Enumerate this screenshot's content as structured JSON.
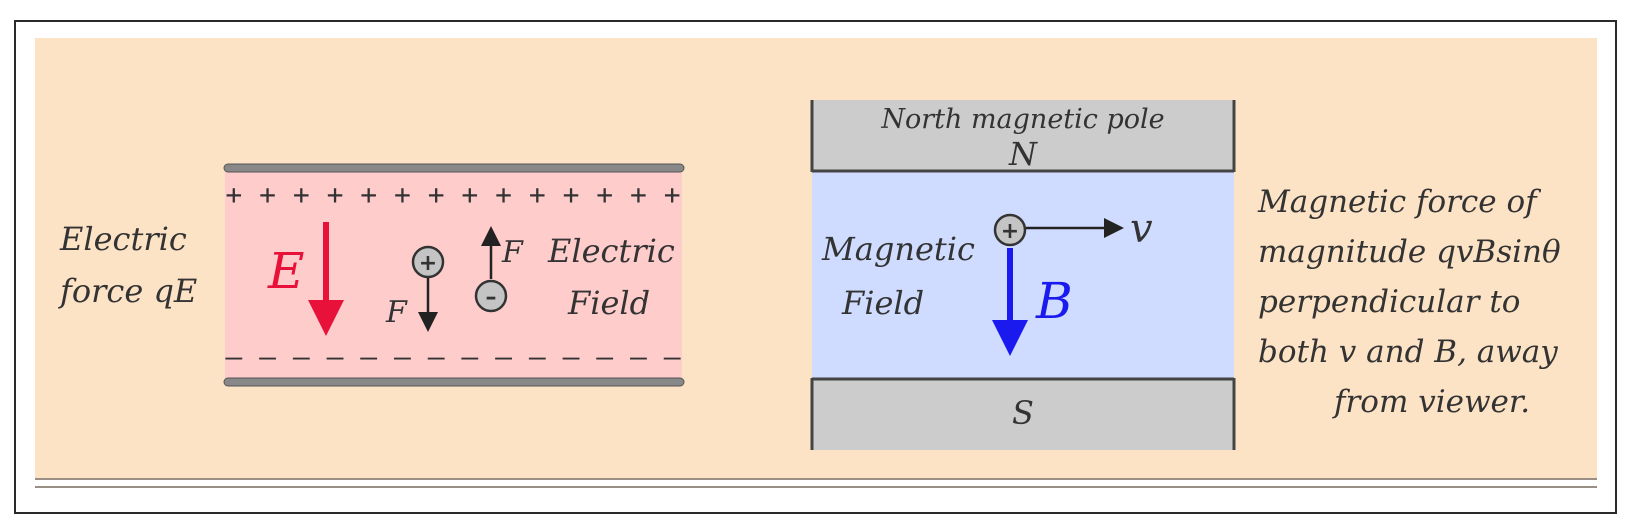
{
  "electric": {
    "label_force_line1": "Electric",
    "label_force_line2": "force qE",
    "label_field_line1": "Electric",
    "label_field_line2": "Field",
    "e_symbol": "E",
    "f_symbol_positive": "F",
    "f_symbol_negative": "F",
    "plus_row": "+ + + + + + + + + + + + + +",
    "minus_row": "– – – – – – – – – – – – – –",
    "positive_charge": "+",
    "negative_charge": "–",
    "colors": {
      "region": "#ffcccc",
      "plate": "#888888",
      "e_arrow": "#e8113a"
    }
  },
  "magnetic": {
    "north_pole_label": "North magnetic pole",
    "north_letter": "N",
    "south_letter": "S",
    "field_line1": "Magnetic",
    "field_line2": "Field",
    "v_symbol": "v",
    "b_symbol": "B",
    "charge": "+",
    "colors": {
      "region": "#cfdcff",
      "pole": "#cccccc",
      "b_arrow": "#1a1aee"
    }
  },
  "description": {
    "lines": [
      "Magnetic force of",
      "magnitude qvBsinθ",
      "perpendicular to",
      "both v and B, away",
      "from viewer."
    ]
  }
}
